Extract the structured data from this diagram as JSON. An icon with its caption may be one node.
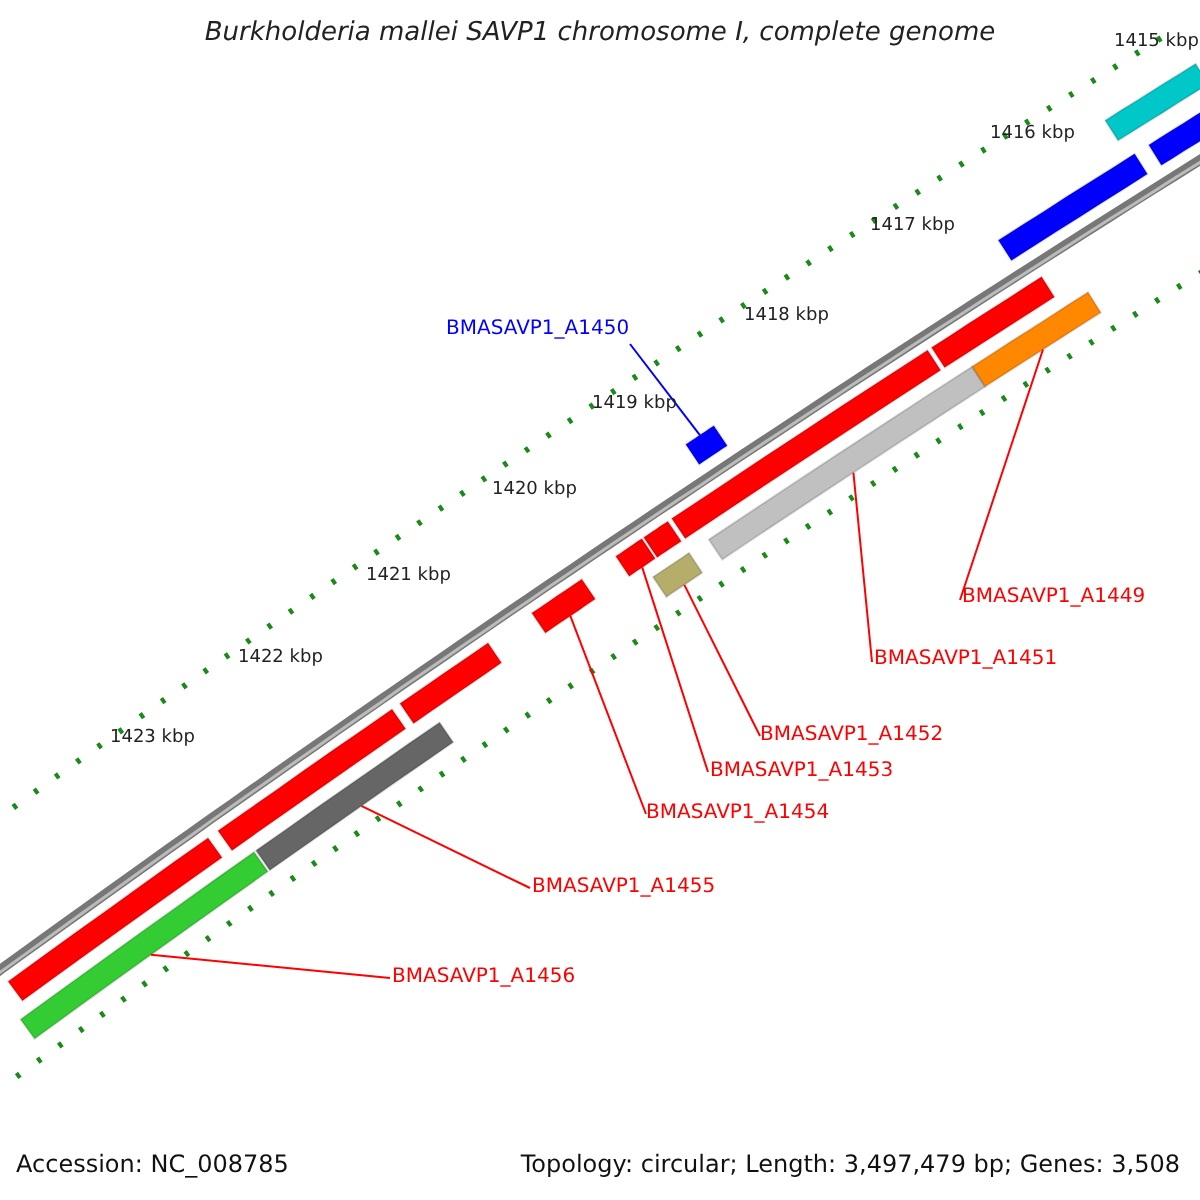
{
  "diagram": {
    "title": "Burkholderia mallei SAVP1 chromosome I, complete genome",
    "nodes": [
      {
        "text": [
          "BMASAVP1_A1450"
        ]
      },
      {
        "text": [
          "BMASAVP1_A1449"
        ]
      },
      {
        "text": [
          "BMASAVP1_A1451"
        ]
      },
      {
        "text": [
          "BMASAVP1_A1452"
        ]
      },
      {
        "text": [
          "BMASAVP1_A1453"
        ]
      },
      {
        "text": [
          "BMASAVP1_A1454"
        ]
      },
      {
        "text": [
          "BMASAVP1_A1455"
        ]
      },
      {
        "text": [
          "BMASAVP1_A1456"
        ]
      },
      {
        "text": [],
        "shape": "bar"
      },
      {
        "text": [],
        "shape": "bar"
      },
      {
        "text": [],
        "shape": "bar"
      },
      {
        "text": [],
        "shape": "bar"
      },
      {
        "text": [],
        "shape": "bar"
      },
      {
        "text": [],
        "shape": "bar"
      },
      {
        "text": [],
        "shape": "bar"
      },
      {
        "text": [],
        "shape": "bar"
      },
      {
        "text": [],
        "shape": "bar"
      },
      {
        "text": [],
        "shape": "bar"
      },
      {
        "text": [],
        "shape": "bar"
      },
      {
        "text": [],
        "shape": "bar"
      },
      {
        "text": [],
        "shape": "bar"
      },
      {
        "text": [],
        "shape": "bar"
      },
      {
        "text": [],
        "shape": "bar"
      },
      {
        "text": [],
        "shape": "bar"
      },
      {
        "text": [],
        "shape": "bar"
      }
    ],
    "edges": [
      {
        "from": 0,
        "to": 19,
        "arrow": "none",
        "color": "#0000ff"
      },
      {
        "from": 1,
        "to": 21,
        "arrow": "none"
      },
      {
        "from": 2,
        "to": 18,
        "arrow": "none"
      },
      {
        "from": 3,
        "to": 15,
        "arrow": "none"
      },
      {
        "from": 4,
        "to": 14,
        "arrow": "none"
      },
      {
        "from": 5,
        "to": 13,
        "arrow": "none"
      },
      {
        "from": 6,
        "to": 11,
        "arrow": "none"
      },
      {
        "from": 7,
        "to": 9,
        "arrow": "none"
      }
    ],
    "labels": [
      "1415 kbp",
      "1416 kbp",
      "1417 kbp",
      "1418 kbp",
      "1419 kbp",
      "1420 kbp",
      "1421 kbp",
      "1422 kbp",
      "1423 kbp",
      "Accession: NC_008785",
      "Topology: circular; Length: 3,497,479 bp; Genes: 3,508"
    ]
  }
}
